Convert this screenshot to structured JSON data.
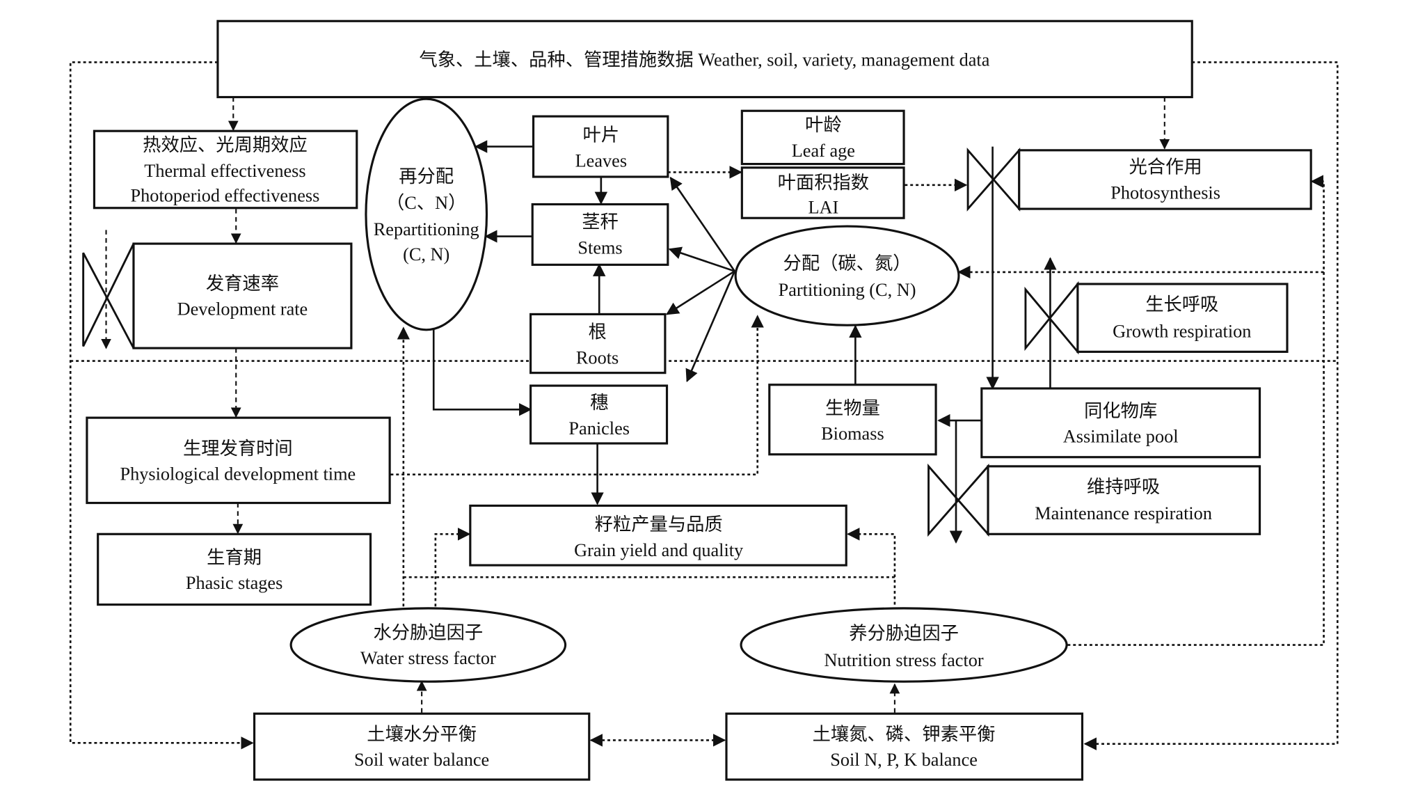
{
  "diagram": {
    "type": "crop-model-flowchart",
    "nodes": {
      "input_data": {
        "zh": "气象、土壤、品种、管理措施数据",
        "en": "Weather, soil, variety, management data"
      },
      "thermal": {
        "zh": "热效应、光周期效应",
        "en1": "Thermal effectiveness",
        "en2": "Photoperiod effectiveness"
      },
      "dev_rate": {
        "zh": "发育速率",
        "en": "Development rate"
      },
      "phys_time": {
        "zh": "生理发育时间",
        "en": "Physiological development time"
      },
      "phasic": {
        "zh": "生育期",
        "en": "Phasic stages"
      },
      "repartition": {
        "zh": "再分配",
        "zh2": "（C、N）",
        "en": "Repartitioning",
        "en2": "(C, N)"
      },
      "leaves": {
        "zh": "叶片",
        "en": "Leaves"
      },
      "stems": {
        "zh": "茎秆",
        "en": "Stems"
      },
      "roots": {
        "zh": "根",
        "en": "Roots"
      },
      "panicles": {
        "zh": "穗",
        "en": "Panicles"
      },
      "leaf_age": {
        "zh": "叶龄",
        "en": "Leaf age"
      },
      "lai": {
        "zh": "叶面积指数",
        "en": "LAI"
      },
      "photosynthesis": {
        "zh": "光合作用",
        "en": "Photosynthesis"
      },
      "partition": {
        "zh": "分配（碳、氮）",
        "en": "Partitioning (C, N)"
      },
      "growth_resp": {
        "zh": "生长呼吸",
        "en": "Growth respiration"
      },
      "biomass": {
        "zh": "生物量",
        "en": "Biomass"
      },
      "assimilate": {
        "zh": "同化物库",
        "en": "Assimilate pool"
      },
      "maint_resp": {
        "zh": "维持呼吸",
        "en": "Maintenance respiration"
      },
      "grain": {
        "zh": "籽粒产量与品质",
        "en": "Grain yield and quality"
      },
      "water_stress": {
        "zh": "水分胁迫因子",
        "en": "Water stress factor"
      },
      "nutri_stress": {
        "zh": "养分胁迫因子",
        "en": "Nutrition stress factor"
      },
      "soil_water": {
        "zh": "土壤水分平衡",
        "en": "Soil water balance"
      },
      "soil_npk": {
        "zh": "土壤氮、磷、钾素平衡",
        "en": "Soil N, P, K balance"
      }
    },
    "edges": [
      {
        "from": "input_data",
        "to": "thermal",
        "style": "dashed"
      },
      {
        "from": "thermal",
        "to": "dev_rate",
        "style": "dashed"
      },
      {
        "from": "dev_rate",
        "to": "phys_time",
        "style": "dashed"
      },
      {
        "from": "phys_time",
        "to": "phasic",
        "style": "dashed"
      },
      {
        "from": "phys_time",
        "to": "partition",
        "style": "dashed"
      },
      {
        "from": "input_data",
        "to": "photosynthesis",
        "style": "dashed"
      },
      {
        "from": "input_data",
        "to": "soil_water",
        "style": "dashed"
      },
      {
        "from": "input_data",
        "to": "soil_npk",
        "style": "dashed"
      },
      {
        "from": "leaves",
        "to": "repartition",
        "style": "solid"
      },
      {
        "from": "stems",
        "to": "repartition",
        "style": "solid"
      },
      {
        "from": "leaves",
        "to": "stems",
        "style": "solid"
      },
      {
        "from": "roots",
        "to": "stems",
        "style": "solid"
      },
      {
        "from": "repartition",
        "to": "panicles",
        "style": "solid"
      },
      {
        "from": "leaves",
        "to": "lai",
        "style": "dashed"
      },
      {
        "from": "lai",
        "to": "photosynthesis",
        "style": "dashed"
      },
      {
        "from": "partition",
        "to": "leaves",
        "style": "solid"
      },
      {
        "from": "partition",
        "to": "stems",
        "style": "solid"
      },
      {
        "from": "partition",
        "to": "roots",
        "style": "solid"
      },
      {
        "from": "partition",
        "to": "panicles",
        "style": "solid"
      },
      {
        "from": "photosynthesis",
        "to": "assimilate",
        "style": "solid"
      },
      {
        "from": "assimilate",
        "to": "growth_resp",
        "style": "solid"
      },
      {
        "from": "assimilate",
        "to": "biomass",
        "style": "solid"
      },
      {
        "from": "assimilate",
        "to": "maint_resp",
        "style": "solid"
      },
      {
        "from": "biomass",
        "to": "partition",
        "style": "solid"
      },
      {
        "from": "panicles",
        "to": "grain",
        "style": "solid"
      },
      {
        "from": "water_stress",
        "to": "grain",
        "style": "dashed"
      },
      {
        "from": "water_stress",
        "to": "repartition",
        "style": "dashed"
      },
      {
        "from": "nutri_stress",
        "to": "grain",
        "style": "dashed"
      },
      {
        "from": "nutri_stress",
        "to": "photosynthesis",
        "style": "dashed"
      },
      {
        "from": "nutri_stress",
        "to": "partition",
        "style": "dashed"
      },
      {
        "from": "soil_water",
        "to": "water_stress",
        "style": "dashed"
      },
      {
        "from": "soil_npk",
        "to": "nutri_stress",
        "style": "dashed"
      },
      {
        "from": "soil_water",
        "to": "soil_npk",
        "style": "dashed-bidirectional"
      }
    ]
  }
}
